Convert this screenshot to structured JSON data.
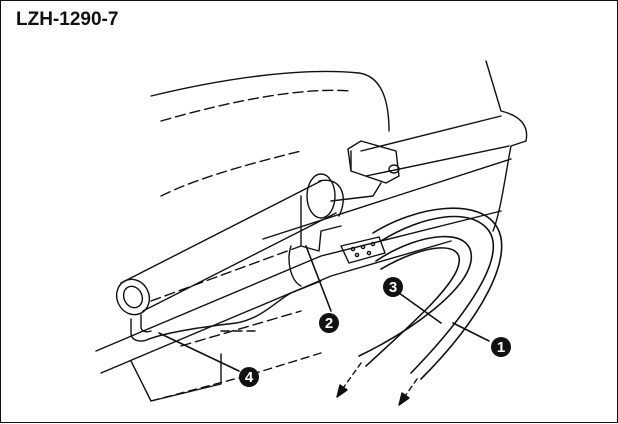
{
  "title": "LZH-1290-7",
  "callouts": [
    {
      "id": "1",
      "label": "1"
    },
    {
      "id": "2",
      "label": "2"
    },
    {
      "id": "3",
      "label": "3"
    },
    {
      "id": "4",
      "label": "4"
    }
  ],
  "colors": {
    "line": "#111111",
    "callout_fill": "#111111",
    "background": "#ffffff"
  }
}
